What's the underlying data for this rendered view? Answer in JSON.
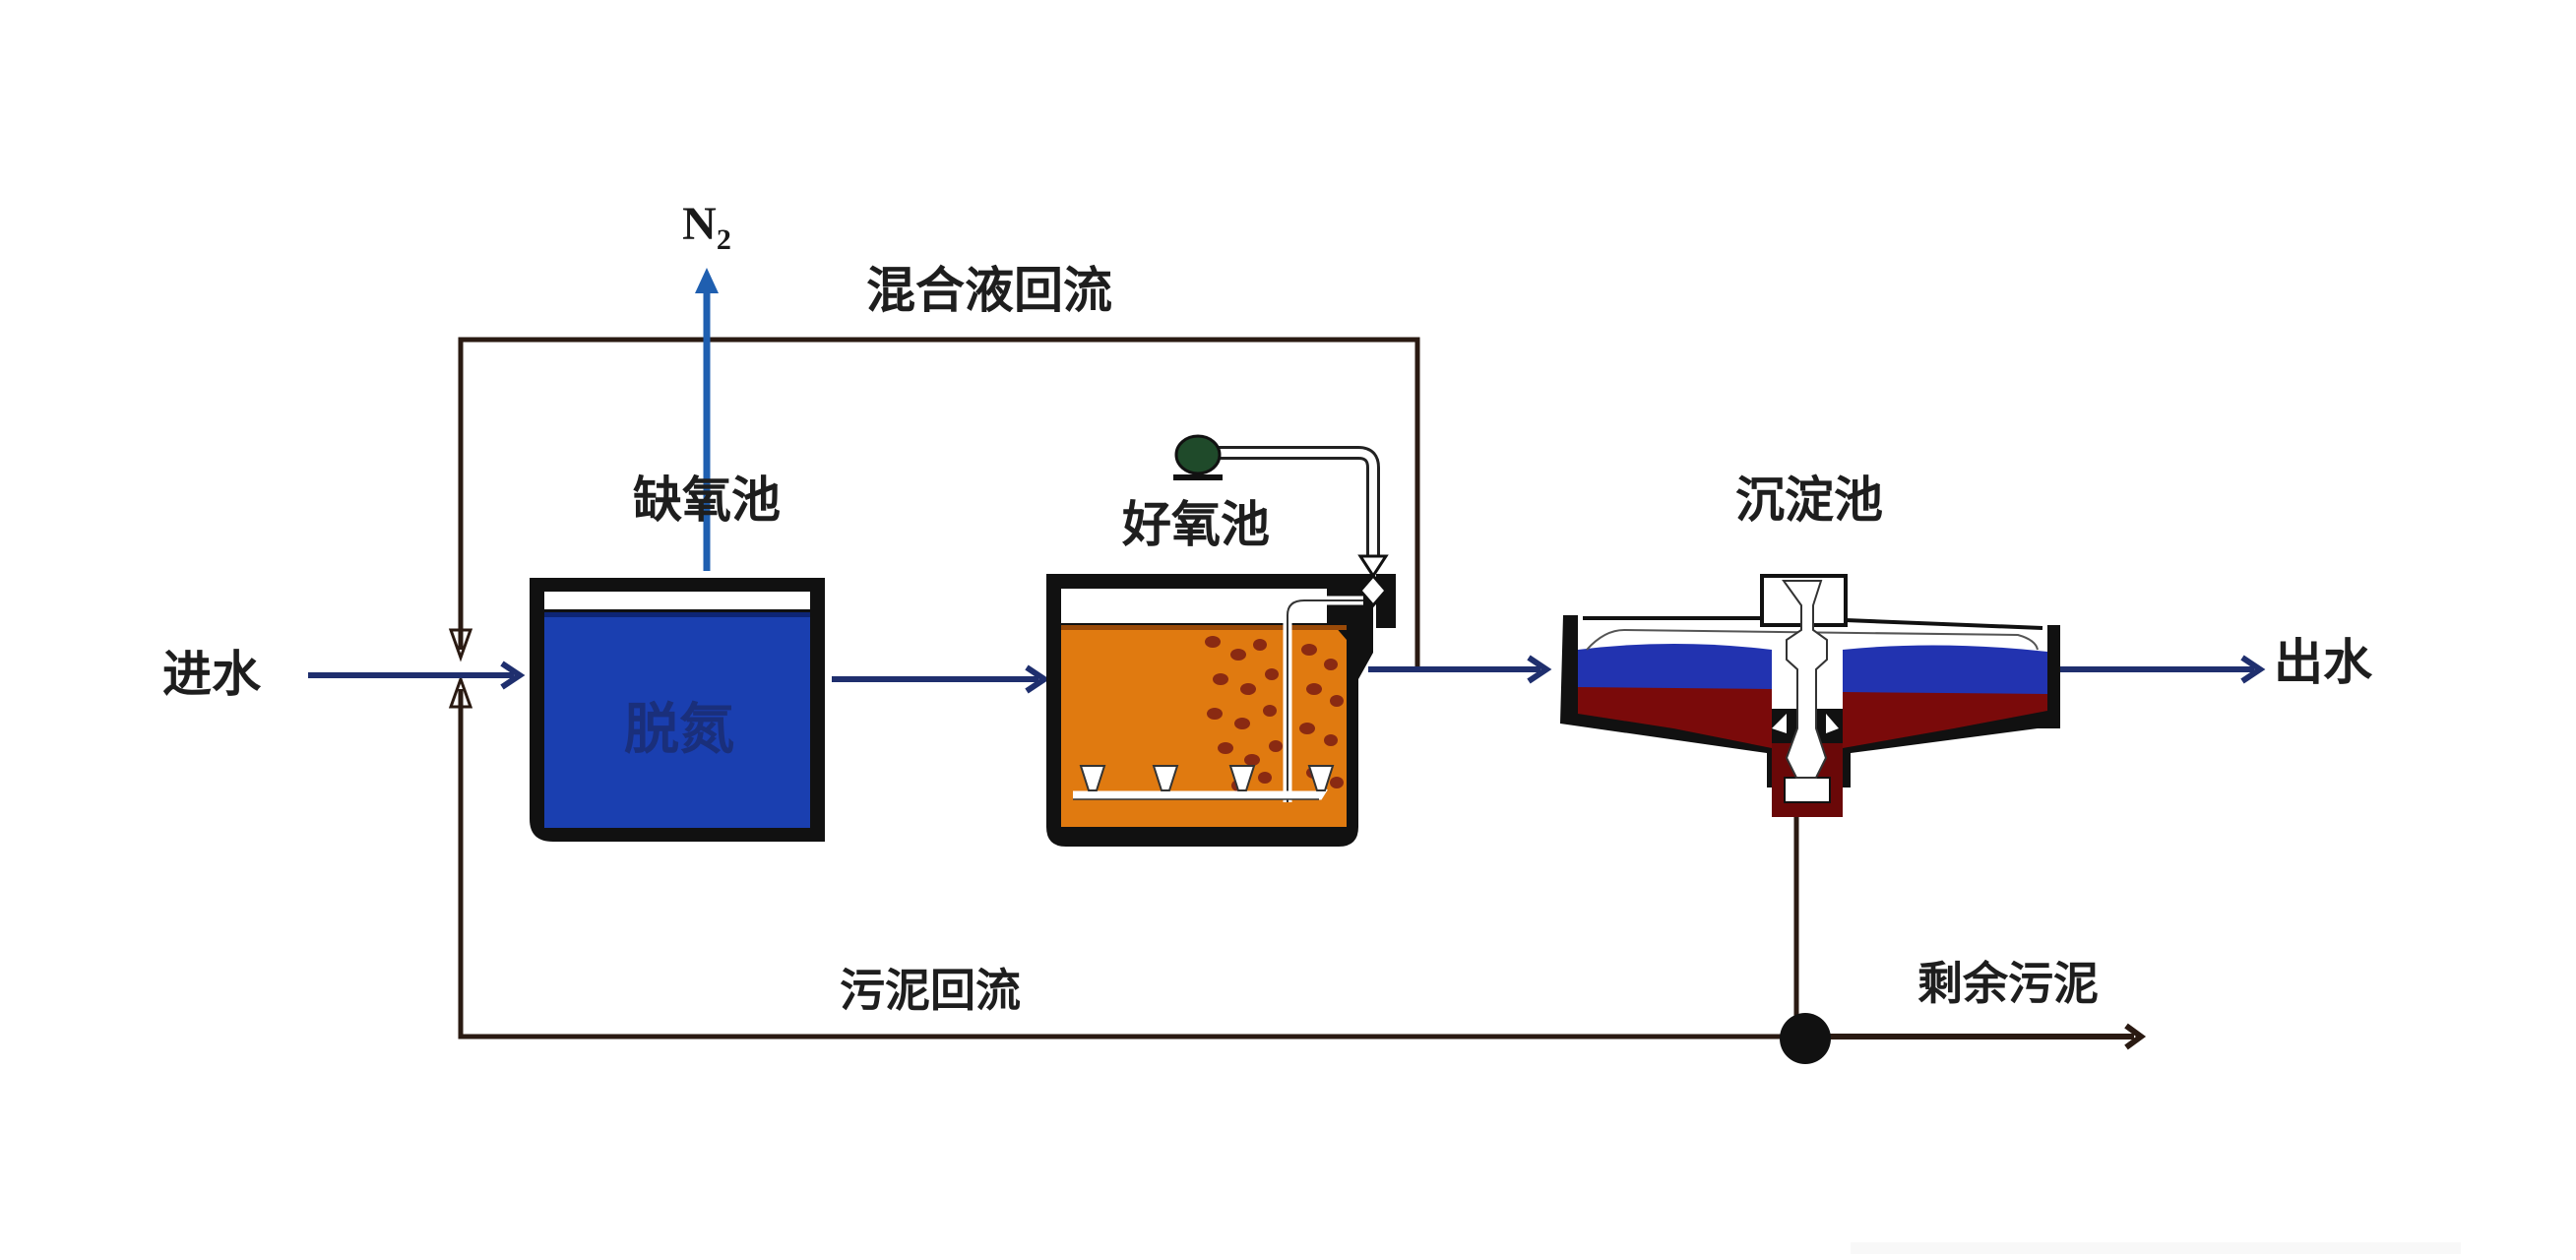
{
  "diagram": {
    "title": "A/O 工艺流程图",
    "labels": {
      "n2": "N",
      "n2_sub": "2",
      "mixed_liquor_return": "混合液回流",
      "anoxic_tank": "缺氧池",
      "aerobic_tank": "好氧池",
      "sedimentation_tank": "沉淀池",
      "influent": "进水",
      "effluent": "出水",
      "denitrification": "脱氮",
      "sludge_return": "污泥回流",
      "excess_sludge": "剩余污泥"
    },
    "colors": {
      "process_flow": "#1f2f6e",
      "gas_flow": "#1f5fb0",
      "return_line": "#2a1a12",
      "anoxic_water": "#1a3fb0",
      "aerobic_liquid": "#e07a10",
      "bubbles": "#8a2a12",
      "clear_water": "#2233b0",
      "sludge": "#7a0a0a",
      "blower": "#1f4a2a",
      "tank_wall": "#111111"
    }
  }
}
